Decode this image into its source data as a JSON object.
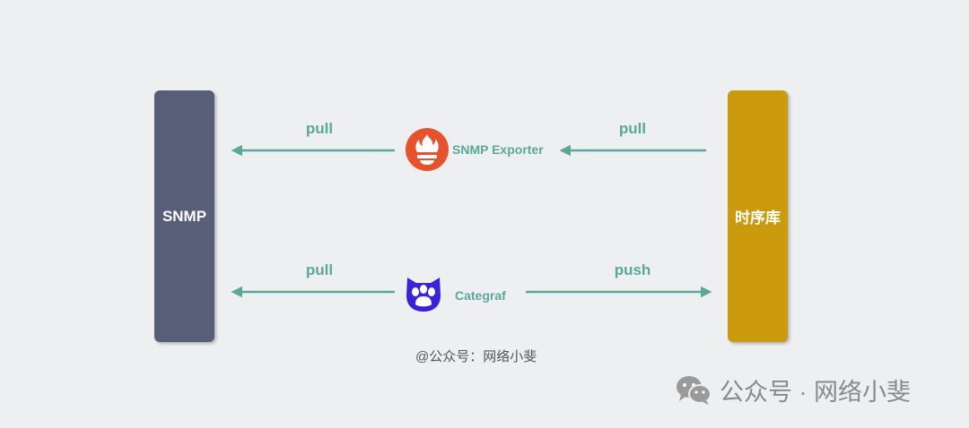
{
  "nodes": {
    "left": {
      "label": "SNMP",
      "color": "#575e78"
    },
    "right": {
      "label": "时序库",
      "color": "#cc9a0d"
    },
    "exporter": {
      "label": "SNMP Exporter",
      "icon": "prometheus-icon",
      "icon_color": "#e6522c"
    },
    "categraf": {
      "label": "Categraf",
      "icon": "cat-paw-icon",
      "icon_color": "#3b22d9"
    }
  },
  "edges": {
    "top_left": "pull",
    "top_right": "pull",
    "bottom_left": "pull",
    "bottom_right": "push"
  },
  "arrow_color": "#5ba89b",
  "watermark": "@公众号：网络小斐",
  "footer": {
    "icon": "wechat-icon",
    "text": "公众号 · 网络小斐"
  }
}
